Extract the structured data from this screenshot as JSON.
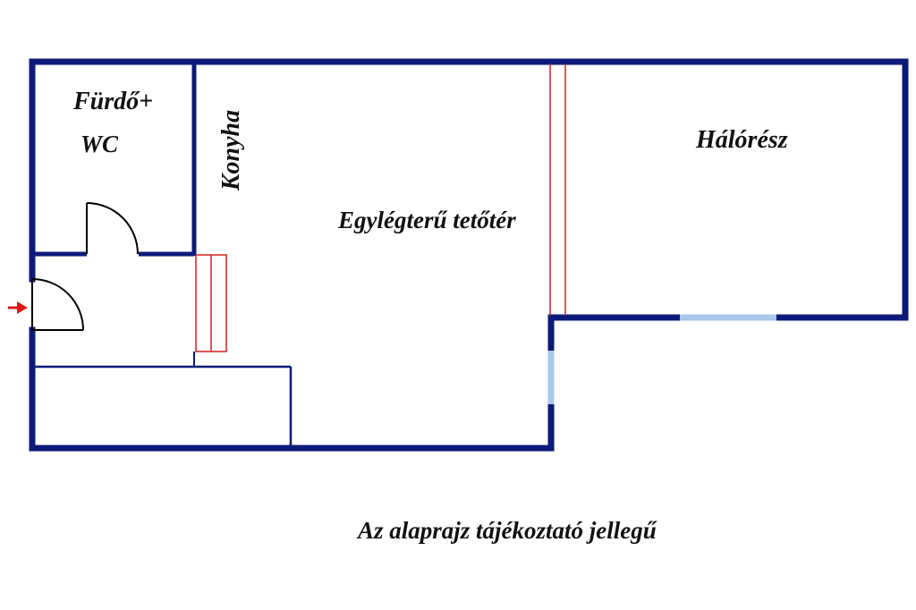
{
  "floorplan": {
    "labels": {
      "bathroom_line1": "Fürdő+",
      "bathroom_line2": "WC",
      "kitchen": "Konyha",
      "studio": "Egylégterű tetőtér",
      "bedroom": "Hálórész"
    },
    "disclaimer": "Az alaprajz tájékoztató jellegű",
    "colors": {
      "wall": "#0c1a7a",
      "window": "#a8c8ec",
      "beam": "#d42020",
      "entrance_arrow": "#e01818"
    },
    "icons": {
      "entrance": "entrance-arrow-icon",
      "door": "door-swing-icon",
      "stairs": "stairs-icon"
    }
  }
}
